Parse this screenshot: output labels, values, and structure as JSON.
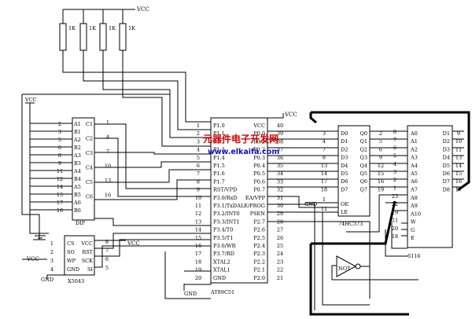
{
  "vcc": "VCC",
  "gnd": "GND",
  "resistor_label": "1K",
  "watermark": {
    "cn": "元器件电子开发网",
    "url": "www.elkaifa.com"
  },
  "dip": {
    "name": "DIP",
    "left_pins": [
      {
        "num": "2",
        "label": "A1"
      },
      {
        "num": "3",
        "label": "B1"
      },
      {
        "num": "5",
        "label": "A2"
      },
      {
        "num": "6",
        "label": "B2"
      },
      {
        "num": "8",
        "label": "A3"
      },
      {
        "num": "9",
        "label": "B3"
      },
      {
        "num": "11",
        "label": "A4"
      },
      {
        "num": "12",
        "label": "B4"
      },
      {
        "num": "14",
        "label": "A5"
      },
      {
        "num": "15",
        "label": "B5"
      },
      {
        "num": "17",
        "label": "A6"
      },
      {
        "num": "18",
        "label": "B6"
      }
    ],
    "right_pins": [
      {
        "num": "1",
        "label": "C1"
      },
      {
        "num": "4",
        "label": "C2"
      },
      {
        "num": "7",
        "label": "C3"
      },
      {
        "num": "10",
        "label": "C4"
      },
      {
        "num": "13",
        "label": "C5"
      },
      {
        "num": "16",
        "label": "C6"
      }
    ]
  },
  "x5043": {
    "name": "X5043",
    "left_pins": [
      {
        "num": "1",
        "label": "CS"
      },
      {
        "num": "2",
        "label": "SO"
      },
      {
        "num": "3",
        "label": "WP"
      },
      {
        "num": "4",
        "label": "GND"
      }
    ],
    "right_pins": [
      {
        "num": "8",
        "label": "VCC"
      },
      {
        "num": "7",
        "label": "RST"
      },
      {
        "num": "6",
        "label": "SCK"
      },
      {
        "num": "5",
        "label": "SI"
      }
    ]
  },
  "mcu": {
    "name": "AT89C51",
    "left_pins": [
      {
        "num": "1",
        "label": "P1.0"
      },
      {
        "num": "2",
        "label": "P1.1"
      },
      {
        "num": "3",
        "label": "P1.2"
      },
      {
        "num": "4",
        "label": "P1.3"
      },
      {
        "num": "5",
        "label": "P1.4"
      },
      {
        "num": "6",
        "label": "P1.5"
      },
      {
        "num": "7",
        "label": "P1.6"
      },
      {
        "num": "8",
        "label": "P1.7"
      },
      {
        "num": "9",
        "label": "RST/VPD"
      },
      {
        "num": "10",
        "label": "P3.0/RxD"
      },
      {
        "num": "11",
        "label": "P3.1/TxD"
      },
      {
        "num": "12",
        "label": "P3.2/INT0"
      },
      {
        "num": "13",
        "label": "P3.3/INT1"
      },
      {
        "num": "14",
        "label": "P3.4/T0"
      },
      {
        "num": "15",
        "label": "P3.5/T1"
      },
      {
        "num": "16",
        "label": "P3.6/WR"
      },
      {
        "num": "17",
        "label": "P3.7/RD"
      },
      {
        "num": "18",
        "label": "XTAL2"
      },
      {
        "num": "19",
        "label": "XTAL1"
      },
      {
        "num": "20",
        "label": "GND"
      }
    ],
    "right_pins": [
      {
        "num": "40",
        "label": "VCC"
      },
      {
        "num": "39",
        "label": "P0.0"
      },
      {
        "num": "38",
        "label": "P0.1"
      },
      {
        "num": "37",
        "label": "P0.2"
      },
      {
        "num": "36",
        "label": "P0.3"
      },
      {
        "num": "35",
        "label": "P0.4"
      },
      {
        "num": "34",
        "label": "P0.5"
      },
      {
        "num": "33",
        "label": "P0.6"
      },
      {
        "num": "32",
        "label": "P0.7"
      },
      {
        "num": "31",
        "label": "EA/VPP"
      },
      {
        "num": "30",
        "label": "ALE/PROG"
      },
      {
        "num": "29",
        "label": "PSEN"
      },
      {
        "num": "28",
        "label": "P2.7"
      },
      {
        "num": "27",
        "label": "P2.6"
      },
      {
        "num": "26",
        "label": "P2.5"
      },
      {
        "num": "25",
        "label": "P2.4"
      },
      {
        "num": "24",
        "label": "P2.3"
      },
      {
        "num": "23",
        "label": "P2.2"
      },
      {
        "num": "22",
        "label": "P2.1"
      },
      {
        "num": "21",
        "label": "P2.0"
      }
    ]
  },
  "latch": {
    "name": "74HC373",
    "left_pins": [
      {
        "num": "3",
        "label": "D0"
      },
      {
        "num": "4",
        "label": "D1"
      },
      {
        "num": "7",
        "label": "D2"
      },
      {
        "num": "8",
        "label": "D3"
      },
      {
        "num": "13",
        "label": "D4"
      },
      {
        "num": "14",
        "label": "D5"
      },
      {
        "num": "17",
        "label": "D6"
      },
      {
        "num": "18",
        "label": "D7"
      }
    ],
    "right_pins": [
      {
        "num": "2",
        "label": "Q0"
      },
      {
        "num": "5",
        "label": "Q1"
      },
      {
        "num": "6",
        "label": "Q2"
      },
      {
        "num": "9",
        "label": "Q3"
      },
      {
        "num": "12",
        "label": "Q4"
      },
      {
        "num": "15",
        "label": "Q5"
      },
      {
        "num": "16",
        "label": "Q6"
      },
      {
        "num": "19",
        "label": "Q7"
      }
    ],
    "oe": {
      "num": "1",
      "label": "OE"
    },
    "le": {
      "num": "11",
      "label": "LE"
    }
  },
  "ram": {
    "name": "6116",
    "left_pins": [
      {
        "num": "8",
        "label": "A0"
      },
      {
        "num": "7",
        "label": "A1"
      },
      {
        "num": "6",
        "label": "A2"
      },
      {
        "num": "5",
        "label": "A3"
      },
      {
        "num": "4",
        "label": "A4"
      },
      {
        "num": "3",
        "label": "A5"
      },
      {
        "num": "2",
        "label": "A6"
      },
      {
        "num": "1",
        "label": "A7"
      },
      {
        "num": "23",
        "label": "A8"
      },
      {
        "num": "22",
        "label": "A9"
      },
      {
        "num": "19",
        "label": "A10"
      },
      {
        "num": "21",
        "label": "W"
      },
      {
        "num": "20",
        "label": "G"
      },
      {
        "num": "18",
        "label": "E"
      }
    ],
    "right_pins": [
      {
        "num": "9",
        "label": "D1"
      },
      {
        "num": "10",
        "label": "D2"
      },
      {
        "num": "11",
        "label": "D3"
      },
      {
        "num": "13",
        "label": "D4"
      },
      {
        "num": "14",
        "label": "D5"
      },
      {
        "num": "15",
        "label": "D6"
      },
      {
        "num": "16",
        "label": "D7"
      },
      {
        "num": "17",
        "label": "D8"
      }
    ]
  },
  "not_gate": {
    "label": "NOT"
  }
}
